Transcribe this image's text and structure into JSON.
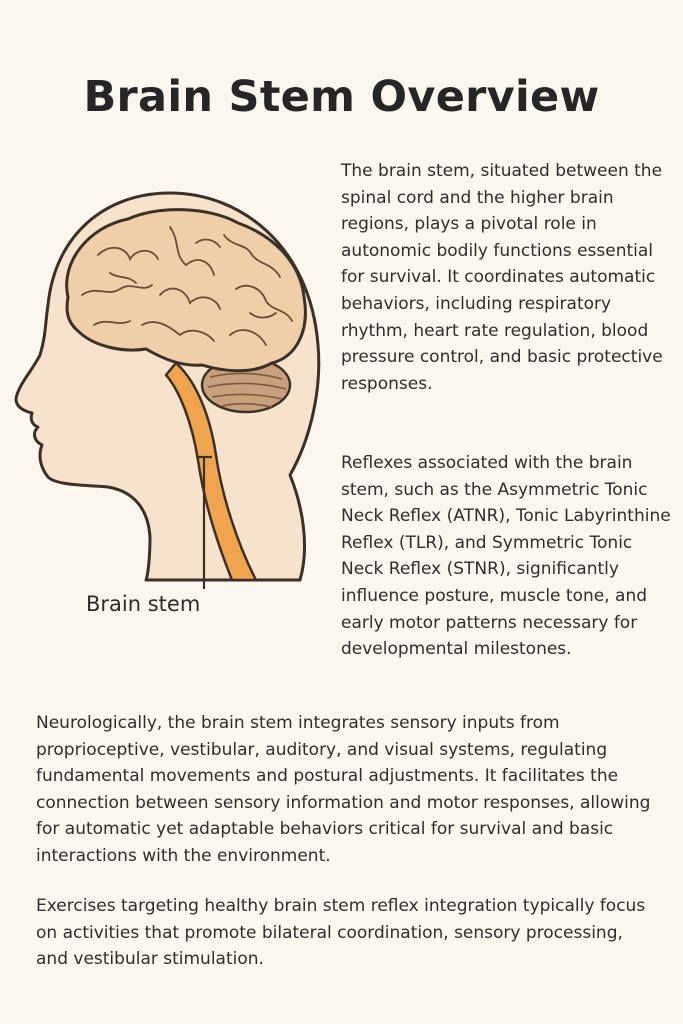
{
  "title": "Brain Stem Overview",
  "label": "Brain stem",
  "paragraphs": {
    "intro": "The brain stem, situated between the spinal cord and the higher brain regions, plays a pivotal role in autonomic bodily functions essential for survival. It coordinates automatic behaviors, including respiratory rhythm, heart rate regulation, blood pressure control, and basic protective responses.",
    "reflexes": "Reflexes associated with the brain stem, such as the Asymmetric Tonic Neck Reflex (ATNR), Tonic Labyrinthine Reflex (TLR), and Symmetric Tonic Neck Reflex (STNR), significantly influence posture, muscle tone, and early motor patterns necessary for developmental milestones.",
    "neuro": "Neurologically, the brain stem integrates sensory inputs from proprioceptive, vestibular, auditory, and visual systems, regulating fundamental movements and postural adjustments. It facilitates the connection between sensory information and motor responses, allowing for automatic yet adaptable behaviors critical for survival and basic interactions with the environment.",
    "exercises": "Exercises targeting healthy brain stem reflex integration typically focus on activities that promote bilateral coordination, sensory processing, and vestibular stimulation."
  },
  "colors": {
    "background": "#fbf6ee",
    "skin": "#f7e3cc",
    "brain": "#f0cfa8",
    "cerebellum": "#c9a07c",
    "stem": "#f0a44e",
    "outline": "#3a3028"
  },
  "icons": {
    "illustration": "head-profile-with-brain"
  }
}
